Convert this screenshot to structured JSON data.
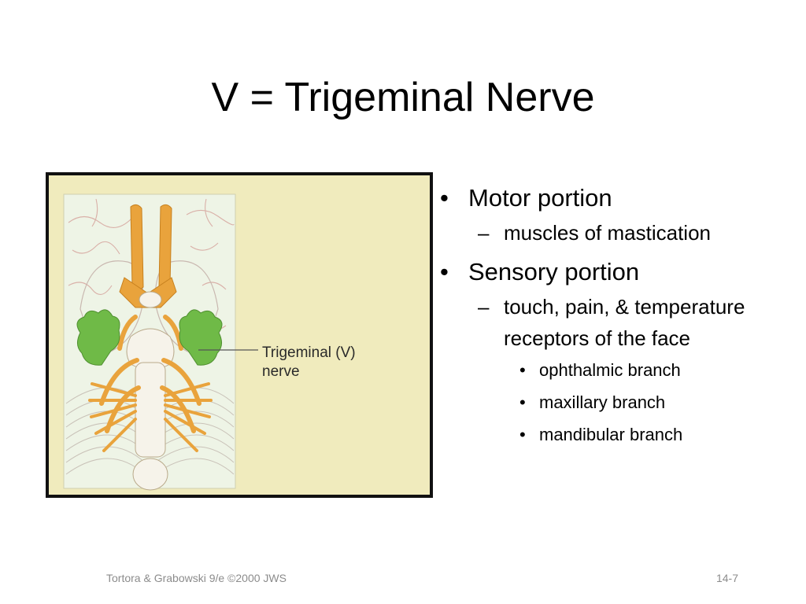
{
  "slide": {
    "title": "V = Trigeminal Nerve",
    "bullets": [
      {
        "text": "Motor portion",
        "sub": [
          {
            "text": "muscles of mastication",
            "sub": []
          }
        ]
      },
      {
        "text": "Sensory portion",
        "sub": [
          {
            "text": "touch, pain, & temperature receptors of the face",
            "sub": [
              "ophthalmic branch",
              "maxillary branch",
              "mandibular branch"
            ]
          }
        ]
      }
    ],
    "bullet_mark": "•",
    "dash_mark": "–"
  },
  "figure": {
    "label_line1": "Trigeminal (V)",
    "label_line2": "nerve",
    "colors": {
      "background": "#f0ebbd",
      "brain_panel": "#eef4e6",
      "nerve_orange": "#e9a33c",
      "trigeminal_green": "#6fba47"
    }
  },
  "footer": {
    "citation": "Tortora & Grabowski 9/e ©2000 JWS",
    "slide_number": "14-7"
  }
}
